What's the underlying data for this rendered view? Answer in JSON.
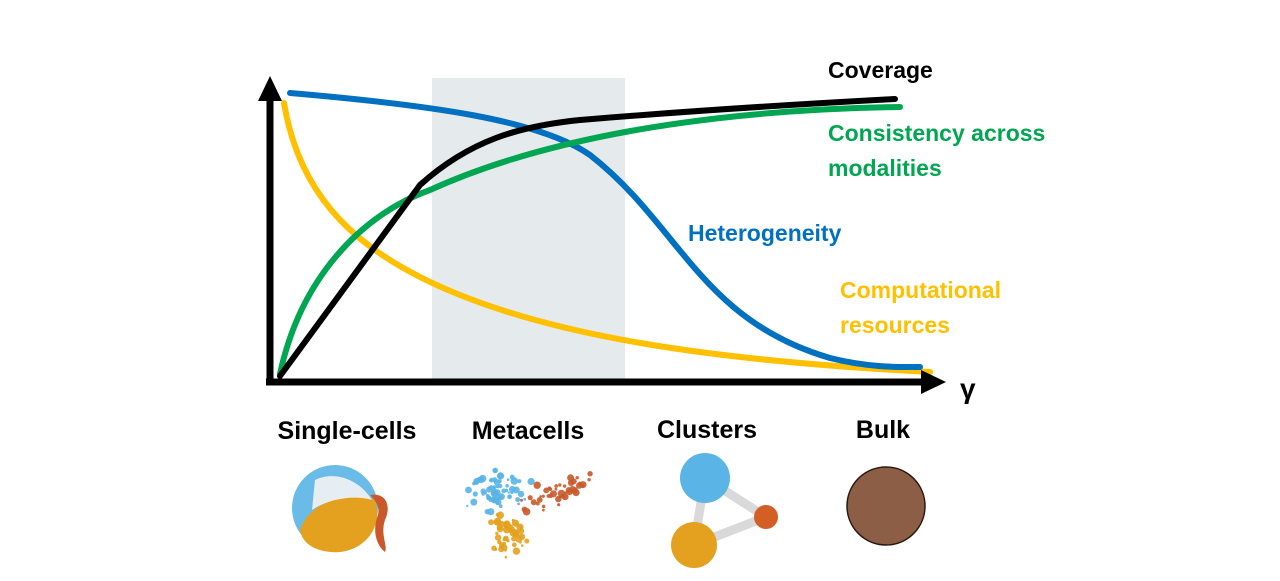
{
  "axis": {
    "x_label": "γ"
  },
  "curves": {
    "coverage": {
      "label": "Coverage",
      "color": "#000000"
    },
    "consistency": {
      "label_lines": [
        "Consistency across",
        "modalities"
      ],
      "color": "#00a651"
    },
    "heterogeneity": {
      "label": "Heterogeneity",
      "color": "#0070c0"
    },
    "computational": {
      "label_lines": [
        "Computational",
        "resources"
      ],
      "color": "#ffc000"
    }
  },
  "highlight_region": {
    "label": "Metacells",
    "color": "#e5eaed"
  },
  "categories": [
    {
      "label": "Single-cells",
      "icon": "single-cells-scatter-icon"
    },
    {
      "label": "Metacells",
      "icon": "metacells-scatter-icon"
    },
    {
      "label": "Clusters",
      "icon": "clusters-graph-icon"
    },
    {
      "label": "Bulk",
      "icon": "bulk-circle-icon"
    }
  ],
  "colors": {
    "blue_cells": "#5ab4e5",
    "orange_cells": "#e3a11f",
    "red_cells": "#c9592a",
    "bulk_fill": "#8b5e45",
    "edge": "#d9d9d9"
  }
}
